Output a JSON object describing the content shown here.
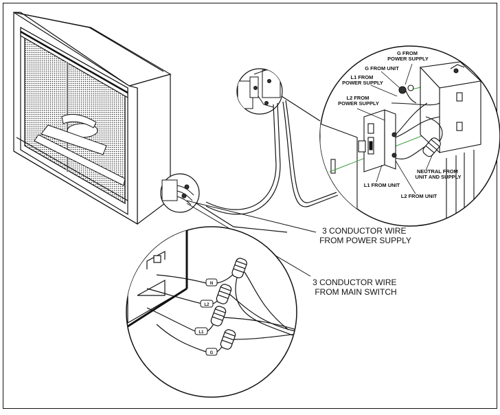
{
  "labels": {
    "power_supply_wire": [
      "3 CONDUCTOR WIRE",
      "FROM POWER SUPPLY"
    ],
    "main_switch_wire": [
      "3 CONDUCTOR WIRE",
      "FROM MAIN SWITCH"
    ],
    "g_from_power_supply": [
      "G FROM",
      "POWER SUPPLY"
    ],
    "g_from_unit": "G FROM UNIT",
    "l1_from_power_supply": [
      "L1 FROM",
      "POWER SUPPLY"
    ],
    "l2_from_power_supply": [
      "L2 FROM",
      "POWER SUPPLY"
    ],
    "neutral_from_unit_and_supply": [
      "NEUTRAL FROM",
      "UNIT AND SUPPLY"
    ],
    "l1_from_unit": "L1 FROM UNIT",
    "l2_from_unit": "L2 FROM UNIT"
  },
  "terminal_tags": [
    "N",
    "L2",
    "L1",
    "G"
  ],
  "colors": {
    "line": "#111111",
    "background": "#ffffff",
    "ground_accent": "#3a9a3a"
  }
}
